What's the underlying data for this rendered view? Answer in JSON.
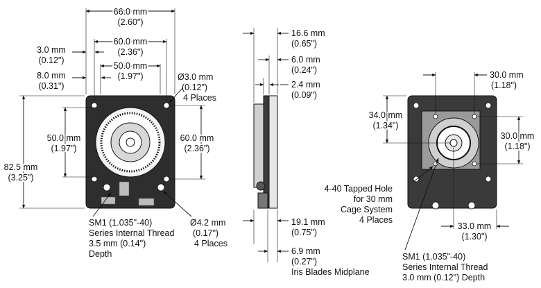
{
  "front_view": {
    "width_outer_mm": "66.0 mm",
    "width_outer_in": "(2.60\")",
    "width_holes_mm": "60.0 mm",
    "width_holes_in": "(2.36\")",
    "left_offset_1_mm": "3.0 mm",
    "left_offset_1_in": "(0.12\")",
    "aperture_width_mm": "50.0 mm",
    "aperture_width_in": "(1.97\")",
    "left_offset_2_mm": "8.0 mm",
    "left_offset_2_in": "(0.31\")",
    "mount_hole_dia_mm": "Ø3.0 mm",
    "mount_hole_dia_in": "(0.12\")",
    "mount_hole_count": "4 Places",
    "height_total_mm": "82.5 mm",
    "height_total_in": "(3.25\")",
    "aperture_height_mm": "50.0 mm",
    "aperture_height_in": "(1.97\")",
    "hole_height_mm": "60.0 mm",
    "hole_height_in": "(2.36\")",
    "thread_line1": "SM1 (1.035\"-40)",
    "thread_line2": "Series Internal Thread",
    "thread_line3": "3.5 mm (0.14\")",
    "thread_line4": "Depth",
    "lower_hole_dia_mm": "Ø4.2 mm",
    "lower_hole_dia_in": "(0.17\")",
    "lower_hole_count": "4 Places"
  },
  "side_view": {
    "thickness_total_mm": "16.6 mm",
    "thickness_total_in": "(0.65\")",
    "thickness_mid_mm": "6.0 mm",
    "thickness_mid_in": "(0.24\")",
    "thickness_thin_mm": "2.4 mm",
    "thickness_thin_in": "(0.09\")",
    "bottom_1_mm": "19.1 mm",
    "bottom_1_in": "(0.75\")",
    "bottom_2_mm": "6.9 mm",
    "bottom_2_in": "(0.27\")",
    "bottom_2_note": "Iris Blades Midplane"
  },
  "back_view": {
    "cage_width_mm": "30.0 mm",
    "cage_width_in": "(1.18\")",
    "cage_top_mm": "34.0 mm",
    "cage_top_in": "(1.34\")",
    "cage_height_mm": "30.0 mm",
    "cage_height_in": "(1.18\")",
    "tapped_line1": "4-40 Tapped Hole",
    "tapped_line2": "for 30 mm",
    "tapped_line3": "Cage System",
    "tapped_line4": "4 Places",
    "center_offset_mm": "33.0 mm",
    "center_offset_in": "(1.30\")",
    "thread_line1": "SM1 (1.035\"-40)",
    "thread_line2": "Series Internal Thread",
    "thread_line3": "3.0 mm (0.12\") Depth"
  }
}
